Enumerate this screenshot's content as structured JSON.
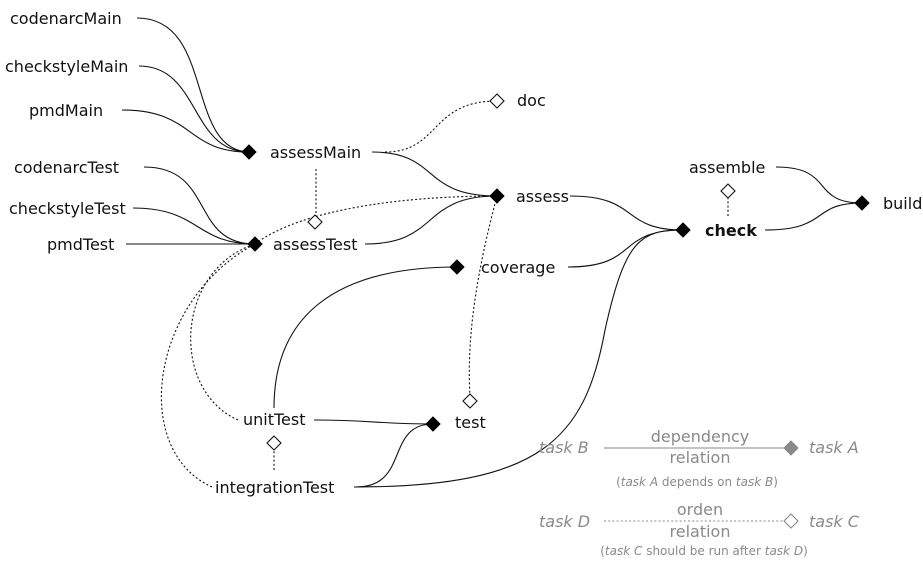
{
  "nodes": {
    "codenarcMain": "codenarcMain",
    "checkstyleMain": "checkstyleMain",
    "pmdMain": "pmdMain",
    "assessMain": "assessMain",
    "doc": "doc",
    "codenarcTest": "codenarcTest",
    "checkstyleTest": "checkstyleTest",
    "pmdTest": "pmdTest",
    "assessTest": "assessTest",
    "assess": "assess",
    "coverage": "coverage",
    "assemble": "assemble",
    "check": "check",
    "build": "build",
    "unitTest": "unitTest",
    "test": "test",
    "integrationTest": "integrationTest"
  },
  "legend": {
    "dependency": {
      "task_b": "task B",
      "task_a": "task A",
      "relation_line1": "dependency",
      "relation_line2": "relation",
      "note_open": "(",
      "note_task_a": "task A",
      "note_mid": " depends on ",
      "note_task_b": "task B",
      "note_close": ")"
    },
    "order": {
      "task_d": "task D",
      "task_c": "task C",
      "relation_line1": "orden",
      "relation_line2": "relation",
      "note_open": "(",
      "note_task_c": "task C",
      "note_mid": " should be run after ",
      "note_task_d": "task D",
      "note_close": ")"
    }
  },
  "colors": {
    "ink": "#111111",
    "legend_gray": "#8a8a8a",
    "background": "#ffffff"
  }
}
